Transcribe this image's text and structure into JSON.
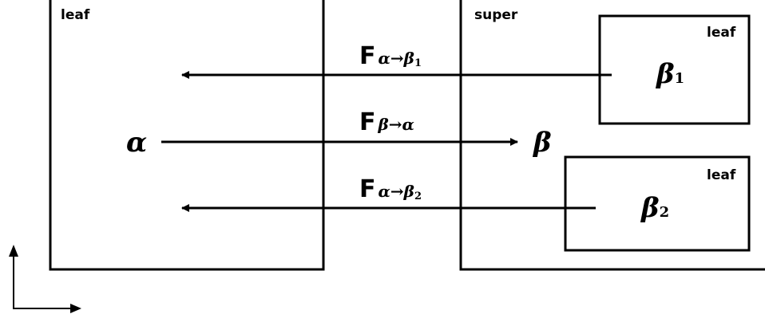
{
  "boxes": {
    "left_leaf": {
      "label": "leaf",
      "symbol": "α"
    },
    "super": {
      "label": "super",
      "symbol": "β"
    },
    "beta1_leaf": {
      "label": "leaf",
      "symbol": "β",
      "subscript": "1"
    },
    "beta2_leaf": {
      "label": "leaf",
      "symbol": "β",
      "subscript": "2"
    }
  },
  "fluxes": {
    "alpha_to_beta1": {
      "letter": "F",
      "sub": "α→β",
      "subsub": "1"
    },
    "beta_to_alpha": {
      "letter": "F",
      "sub": "β→α"
    },
    "alpha_to_beta2": {
      "letter": "F",
      "sub": "α→β",
      "subsub": "2"
    }
  }
}
